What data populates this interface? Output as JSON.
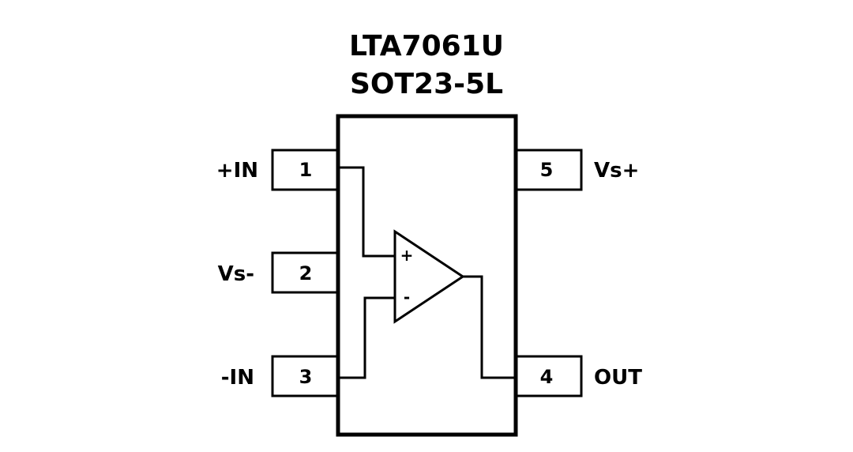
{
  "title": {
    "part_number": "LTA7061U",
    "package": "SOT23-5L"
  },
  "pins": [
    {
      "number": "1",
      "label": "+IN"
    },
    {
      "number": "2",
      "label": "Vs-"
    },
    {
      "number": "3",
      "label": "-IN"
    },
    {
      "number": "4",
      "label": "OUT"
    },
    {
      "number": "5",
      "label": "Vs+"
    }
  ],
  "opamp": {
    "plus_sign": "+",
    "minus_sign": "-"
  }
}
